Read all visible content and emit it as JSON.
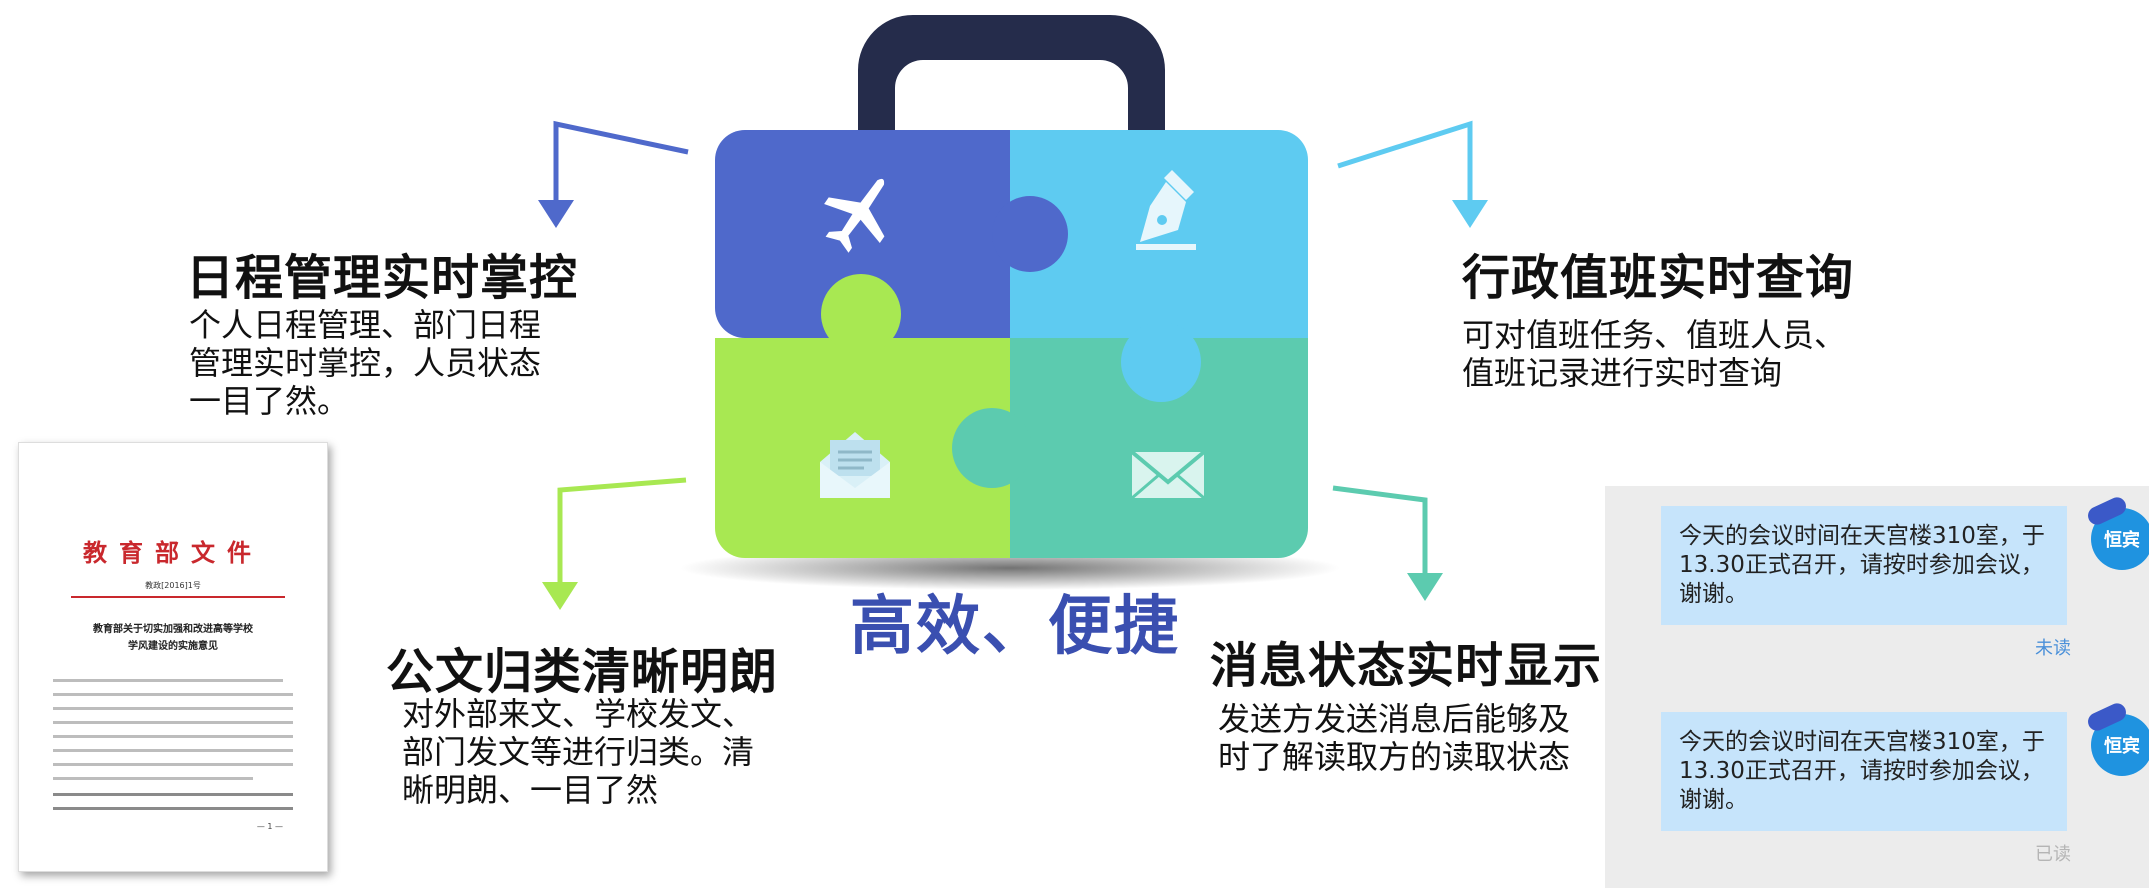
{
  "center": {
    "slogan": "高效、便捷"
  },
  "features": {
    "schedule": {
      "title": "日程管理实时掌控",
      "desc": [
        "个人日程管理、部门日程",
        "管理实时掌控，人员状态",
        "一目了然。"
      ]
    },
    "duty": {
      "title": "行政值班实时查询",
      "desc": [
        "可对值班任务、值班人员、",
        "值班记录进行实时查询"
      ]
    },
    "documents": {
      "title": "公文归类清晰明朗",
      "desc": [
        "对外部来文、学校发文、",
        "部门发文等进行归类。清",
        "晰明朗、一目了然"
      ]
    },
    "messages": {
      "title": "消息状态实时显示",
      "desc": [
        "发送方发送消息后能够及",
        "时了解读取方的读取状态"
      ]
    }
  },
  "document": {
    "header": "教育部文件",
    "number": "教政[2016]1号",
    "title": [
      "教育部关于切实加强和改进高等学校",
      "学风建设的实施意见"
    ],
    "page": "— 1 —"
  },
  "chat": {
    "messages": [
      {
        "text": "今天的会议时间在天宫楼310室，于13.30正式召开，请按时参加会议，谢谢。",
        "status": "未读",
        "status_color": "#4a90d9",
        "avatar": "恒宾"
      },
      {
        "text": "今天的会议时间在天宫楼310室，于13.30正式召开，请按时参加会议，谢谢。",
        "status": "已读",
        "status_color": "#b5b5b5",
        "avatar": "恒宾"
      }
    ]
  },
  "colors": {
    "puzzle_blue": "#4f69cb",
    "puzzle_cyan": "#5ecbf1",
    "puzzle_green": "#a8e852",
    "puzzle_teal": "#5ccbaf",
    "handle": "#252c4b",
    "slogan": "#3a4fb0"
  },
  "icons": [
    "airplane-icon",
    "pen-nib-icon",
    "open-envelope-icon",
    "envelope-icon"
  ]
}
